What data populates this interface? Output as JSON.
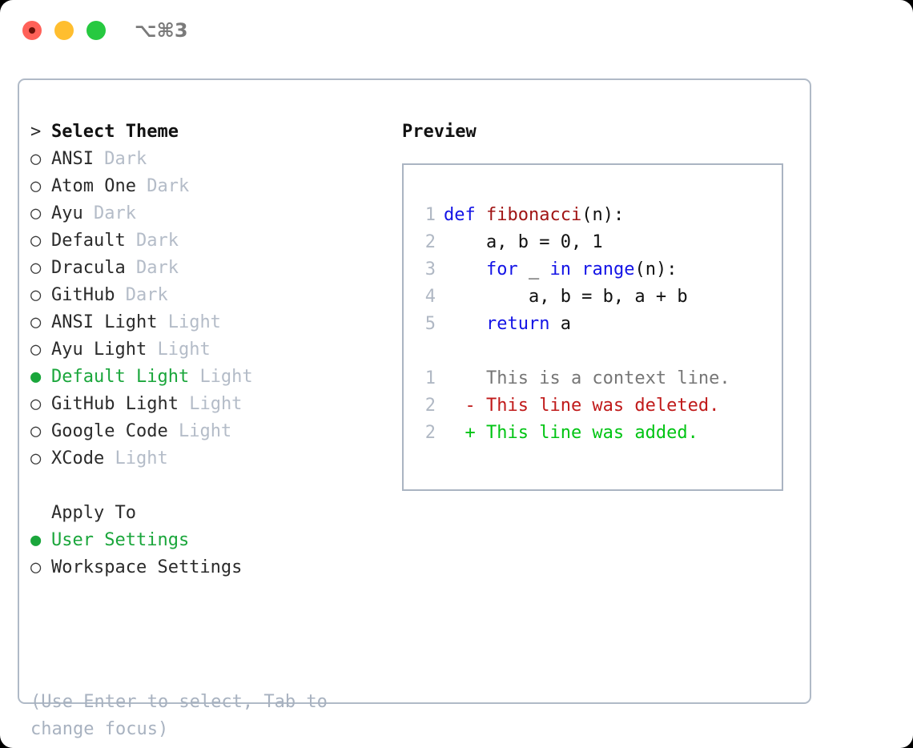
{
  "window": {
    "shortcut": "⌥⌘3",
    "traffic_lights": [
      {
        "name": "close",
        "color": "#ff6159"
      },
      {
        "name": "minimize",
        "color": "#ffbe2f"
      },
      {
        "name": "maximize",
        "color": "#26c940"
      }
    ]
  },
  "theme_picker": {
    "heading": "Select Theme",
    "heading_marker": ">",
    "bullet_selected": "●",
    "bullet_unselected": "○",
    "items": [
      {
        "name": "ANSI",
        "tag": "Dark",
        "selected": false
      },
      {
        "name": "Atom One",
        "tag": "Dark",
        "selected": false
      },
      {
        "name": "Ayu",
        "tag": "Dark",
        "selected": false
      },
      {
        "name": "Default",
        "tag": "Dark",
        "selected": false
      },
      {
        "name": "Dracula",
        "tag": "Dark",
        "selected": false
      },
      {
        "name": "GitHub",
        "tag": "Dark",
        "selected": false
      },
      {
        "name": "ANSI Light",
        "tag": "Light",
        "selected": false
      },
      {
        "name": "Ayu Light",
        "tag": "Light",
        "selected": false
      },
      {
        "name": "Default Light",
        "tag": "Light",
        "selected": true
      },
      {
        "name": "GitHub Light",
        "tag": "Light",
        "selected": false
      },
      {
        "name": "Google Code",
        "tag": "Light",
        "selected": false
      },
      {
        "name": "XCode",
        "tag": "Light",
        "selected": false
      }
    ]
  },
  "apply_to": {
    "heading": "Apply To",
    "items": [
      {
        "name": "User Settings",
        "selected": true
      },
      {
        "name": "Workspace Settings",
        "selected": false
      }
    ]
  },
  "hint": "(Use Enter to select, Tab to change focus)",
  "preview": {
    "title": "Preview",
    "code_lines": [
      {
        "no": "1",
        "tokens": [
          {
            "t": "def",
            "c": "kw"
          },
          {
            "t": " ",
            "c": "plain"
          },
          {
            "t": "fibonacci",
            "c": "fn"
          },
          {
            "t": "(n):",
            "c": "plain"
          }
        ]
      },
      {
        "no": "2",
        "tokens": [
          {
            "t": "    a, b = 0, 1",
            "c": "plain"
          }
        ]
      },
      {
        "no": "3",
        "tokens": [
          {
            "t": "    ",
            "c": "plain"
          },
          {
            "t": "for",
            "c": "kw"
          },
          {
            "t": " _ ",
            "c": "plain"
          },
          {
            "t": "in",
            "c": "kw"
          },
          {
            "t": " ",
            "c": "plain"
          },
          {
            "t": "range",
            "c": "kw"
          },
          {
            "t": "(n):",
            "c": "plain"
          }
        ]
      },
      {
        "no": "4",
        "tokens": [
          {
            "t": "        a, b = b, a + b",
            "c": "plain"
          }
        ]
      },
      {
        "no": "5",
        "tokens": [
          {
            "t": "    ",
            "c": "plain"
          },
          {
            "t": "return",
            "c": "kw"
          },
          {
            "t": " a",
            "c": "plain"
          }
        ]
      }
    ],
    "diff_lines": [
      {
        "no": "1",
        "sign": " ",
        "text": " This is a context line.",
        "c": "diff-ctx"
      },
      {
        "no": "2",
        "sign": "-",
        "text": " This line was deleted.",
        "c": "diff-del"
      },
      {
        "no": "2",
        "sign": "+",
        "text": " This line was added.",
        "c": "diff-add"
      }
    ]
  },
  "colors": {
    "accent_green": "#1aa63b",
    "tag_gray": "#b4bcc8",
    "hint_gray": "#a8b2c0",
    "border": "#b0bac7",
    "keyword_blue": "#1313e6",
    "function_red": "#a01414",
    "diff_delete": "#c01a1a",
    "diff_add": "#00c413"
  }
}
